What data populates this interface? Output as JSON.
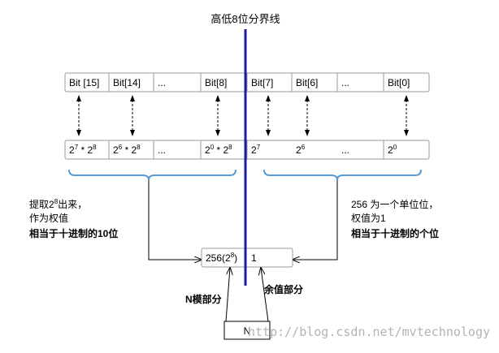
{
  "title": "高低8位分界线",
  "top_row": [
    "Bit [15]",
    "Bit[14]",
    "...",
    "Bit[8]",
    "Bit[7]",
    "Bit[6]",
    "...",
    "Bit[0]"
  ],
  "bottom_row": [
    {
      "base": "2",
      "exp": "7",
      "tail": " * 2",
      "tail_exp": "8"
    },
    {
      "base": "2",
      "exp": "6",
      "tail": " * 2",
      "tail_exp": "8"
    },
    {
      "base": "...",
      "exp": "",
      "tail": "",
      "tail_exp": ""
    },
    {
      "base": "2",
      "exp": "0",
      "tail": " * 2",
      "tail_exp": "8"
    },
    {
      "base": "2",
      "exp": "7",
      "tail": "",
      "tail_exp": ""
    },
    {
      "base": "2",
      "exp": "6",
      "tail": "",
      "tail_exp": ""
    },
    {
      "base": "...",
      "exp": "",
      "tail": "",
      "tail_exp": ""
    },
    {
      "base": "2",
      "exp": "0",
      "tail": "",
      "tail_exp": ""
    }
  ],
  "left_note": {
    "line1_pre": "提取2",
    "line1_sup": "8",
    "line1_post": "出来，",
    "line2": "作为权值",
    "line3": "相当于十进制的10位"
  },
  "right_note": {
    "line1": "256 为一个单位位，",
    "line2": "权值为1",
    "line3": "相当于十进制的个位"
  },
  "result_box": {
    "left_pre": "256(2",
    "left_sup": "8",
    "left_post": ")",
    "right": "1"
  },
  "mod_label": "N模部分",
  "rem_label": "余值部分",
  "n_box": "N",
  "watermark": "http://blog.csdn.net/mvtechnology",
  "colors": {
    "divider": "#1c1c9c",
    "brace": "#5b9bd5",
    "box_border": "#9a9a9a",
    "watermark": "#b3b3b3"
  }
}
